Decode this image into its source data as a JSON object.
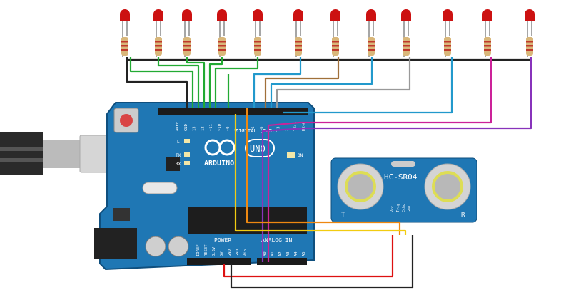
{
  "board": {
    "name": "ARDUINO",
    "model": "UNO",
    "section_digital": "DIGITAL (PWM~)",
    "section_power": "POWER",
    "section_analog": "ANALOG IN",
    "led_labels": [
      "L",
      "TX",
      "RX"
    ],
    "on_label": "ON",
    "digital_pins": [
      "AREF",
      "GND",
      "13",
      "12",
      "~11",
      "~10",
      "~9",
      "8",
      "7",
      "~6",
      "~5",
      "4",
      "~3",
      "2",
      "TX▸1",
      "RX◂0"
    ],
    "power_pins": [
      "IOREF",
      "RESET",
      "3.3V",
      "5V",
      "GND",
      "GND",
      "Vin"
    ],
    "analog_pins": [
      "A0",
      "A1",
      "A2",
      "A3",
      "A4",
      "A5"
    ]
  },
  "sensor": {
    "name": "HC-SR04",
    "pins": [
      "Vcc",
      "Trig",
      "Echo",
      "Gnd"
    ],
    "left_mark": "T",
    "right_mark": "R"
  },
  "led_count": 12,
  "colors": {
    "board": "#1f77b4",
    "board_edge": "#0f4f7e",
    "led": "#cc1111",
    "wire_green": "#22aa33",
    "wire_black": "#222222",
    "wire_blue": "#2299cc",
    "wire_brown": "#a0703a",
    "wire_gray": "#999999",
    "wire_magenta": "#cc2299",
    "wire_purple": "#8833bb",
    "wire_orange": "#ee8811",
    "wire_yellow": "#f2cc11",
    "wire_red": "#dd1111"
  }
}
